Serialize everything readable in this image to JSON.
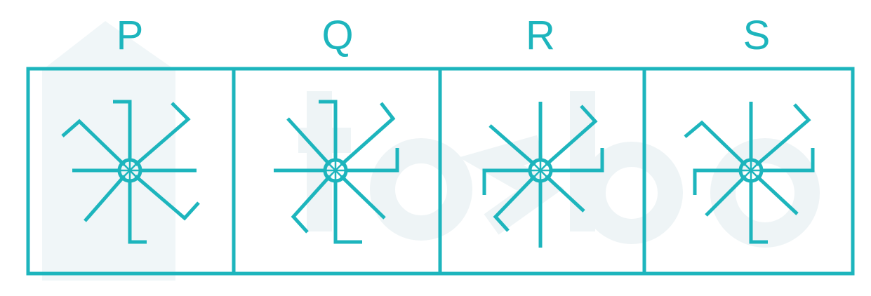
{
  "colors": {
    "accent": "#1db5bd",
    "watermark": "#eef5f7"
  },
  "options": [
    {
      "label": "P"
    },
    {
      "label": "Q"
    },
    {
      "label": "R"
    },
    {
      "label": "S"
    }
  ]
}
